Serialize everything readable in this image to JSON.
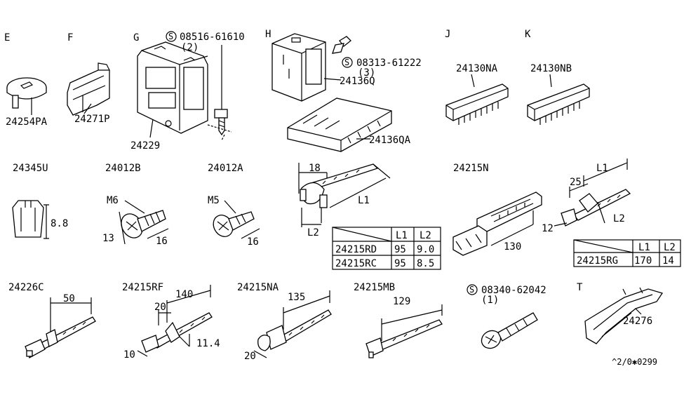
{
  "sections": {
    "E": "E",
    "F": "F",
    "G": "G",
    "H": "H",
    "J": "J",
    "K": "K",
    "T": "T"
  },
  "parts": {
    "p24254PA": "24254PA",
    "p24271P": "24271P",
    "p24229": "24229",
    "p08516": "08516-61610",
    "p08516_qty": "(2)",
    "p08313": "08313-61222",
    "p08313_qty": "(3)",
    "p24136Q": "24136Q",
    "p24136QA": "24136QA",
    "p24130NA": "24130NA",
    "p24130NB": "24130NB",
    "p24345U": "24345U",
    "p24012B": "24012B",
    "p24012A": "24012A",
    "p24215N": "24215N",
    "p24226C": "24226C",
    "p24215RF": "24215RF",
    "p24215NA": "24215NA",
    "p24215MB": "24215MB",
    "p08340": "08340-62042",
    "p08340_qty": "(1)",
    "p24276": "24276"
  },
  "dims": {
    "d88": "8.8",
    "m6": "M6",
    "d13": "13",
    "d16a": "16",
    "m5": "M5",
    "d16b": "16",
    "d18": "18",
    "L1a": "L1",
    "L2a": "L2",
    "d130": "130",
    "L1b": "L1",
    "d25": "25",
    "L2b": "L2",
    "d12": "12",
    "d50": "50",
    "d140": "140",
    "d20a": "20",
    "d114": "11.4",
    "d10": "10",
    "d135": "135",
    "d20b": "20",
    "d129": "129"
  },
  "screw_symbol": "S",
  "table1": {
    "headers": [
      "",
      "L1",
      "L2"
    ],
    "rows": [
      [
        "24215RD",
        "95",
        "9.0"
      ],
      [
        "24215RC",
        "95",
        "8.5"
      ]
    ]
  },
  "table2": {
    "headers": [
      "",
      "L1",
      "L2"
    ],
    "rows": [
      [
        "24215RG",
        "170",
        "14"
      ]
    ]
  },
  "footer": "^2/0✱0299"
}
